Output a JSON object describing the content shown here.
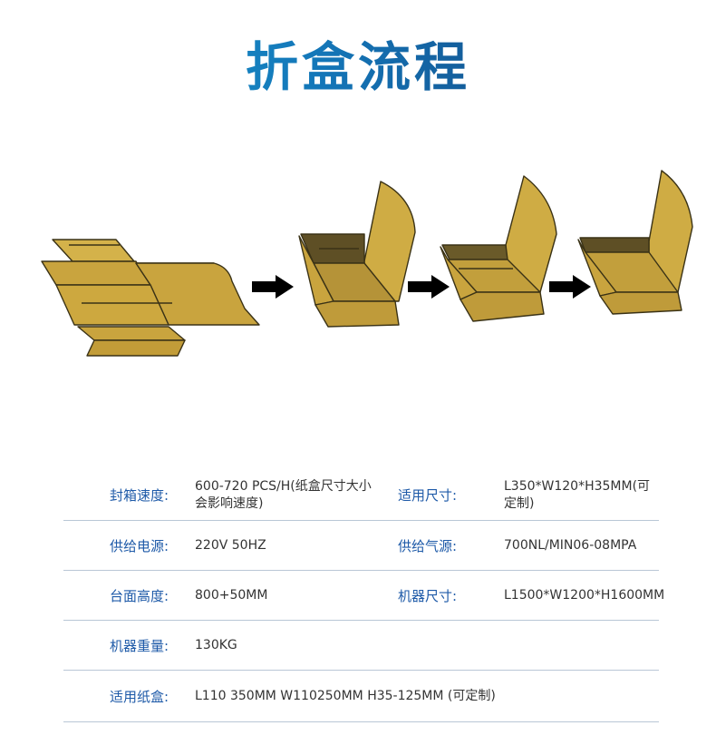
{
  "header": {
    "title": "折盒流程"
  },
  "specs": [
    {
      "label1": "封箱速度:",
      "value1": "600-720 PCS/H(纸盒尺寸大小会影响速度)",
      "label2": "适用尺寸:",
      "value2": "L350*W120*H35MM(可定制)"
    },
    {
      "label1": "供给电源:",
      "value1": "220V 50HZ",
      "label2": "供给气源:",
      "value2": "700NL/MIN06-08MPA"
    },
    {
      "label1": "台面高度:",
      "value1": "800+50MM",
      "label2": "机器尺寸:",
      "value2": "L1500*W1200*H1600MM"
    },
    {
      "label1": "机器重量:",
      "value1": "130KG"
    },
    {
      "label1": "适用纸盒:",
      "value1": "L110 350MM W110250MM H35-125MM (可定制)"
    }
  ],
  "colors": {
    "title_start": "#1aa3d6",
    "title_end": "#12346b",
    "label": "#1e5aa8",
    "box_fill": "#c9a43e",
    "box_edge": "#3a3216",
    "arrow": "#000000"
  }
}
